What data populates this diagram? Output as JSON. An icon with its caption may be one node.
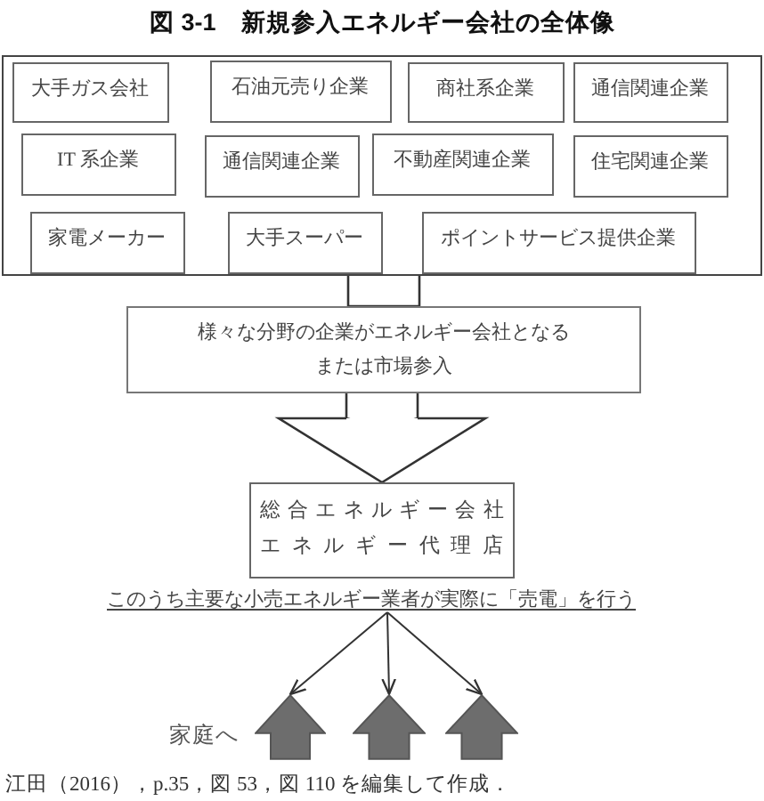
{
  "diagram": {
    "title": "図 3-1　新規参入エネルギー会社の全体像",
    "nodes": [
      {
        "text": [],
        "shape": "box"
      },
      {
        "text": [
          "大手ガス会社"
        ],
        "in": 0
      },
      {
        "text": [
          "石油元売り企業"
        ],
        "in": 0
      },
      {
        "text": [
          "商社系企業"
        ],
        "in": 0
      },
      {
        "text": [
          "通信関連企業"
        ],
        "in": 0
      },
      {
        "text": [
          "IT 系企業"
        ],
        "in": 0
      },
      {
        "text": [
          "通信関連企業"
        ],
        "in": 0
      },
      {
        "text": [
          "不動産関連企業"
        ],
        "in": 0
      },
      {
        "text": [
          "住宅関連企業"
        ],
        "in": 0
      },
      {
        "text": [
          "家電メーカー"
        ],
        "in": 0
      },
      {
        "text": [
          "大手スーパー"
        ],
        "in": 0
      },
      {
        "text": [
          "ポイントサービス提供企業"
        ],
        "in": 0
      },
      {
        "text": [
          "様々な分野の企業がエネルギー会社となるまたは市場参入"
        ]
      },
      {
        "text": [
          "総合エネルギー会社",
          "エネルギー代理店"
        ]
      },
      {
        "text": [
          "このうち主要な小売エネルギー業者が実際に「売電」を行う"
        ]
      },
      {
        "text": [],
        "shape": "house",
        "beside": [
          "家庭へ"
        ]
      },
      {
        "text": [],
        "shape": "house"
      },
      {
        "text": [],
        "shape": "house"
      }
    ],
    "edges": [
      {
        "from": 0,
        "to": 12,
        "arrow": "none"
      },
      {
        "from": 12,
        "to": 13,
        "arrow": "to"
      },
      {
        "from": 14,
        "to": 15,
        "arrow": "to"
      },
      {
        "from": 14,
        "to": 16,
        "arrow": "to"
      },
      {
        "from": 14,
        "to": 17,
        "arrow": "to"
      }
    ],
    "labels": [
      "江田（2016），p.35，図 53，図 110 を編集して作成．"
    ]
  }
}
